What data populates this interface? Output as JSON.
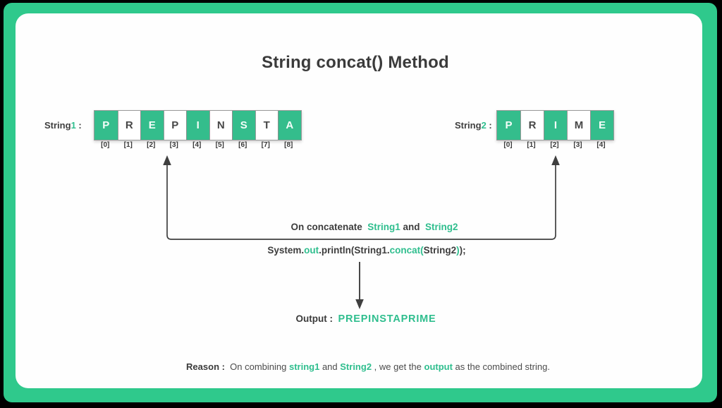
{
  "colors": {
    "frame_green": "#2fc98c",
    "box_green": "#34bd8c",
    "text_green": "#2fbe8e",
    "dark_text": "#3d3d3d"
  },
  "title": "String concat() Method",
  "strings": {
    "string1": {
      "label": {
        "prefix": "String",
        "number": "1",
        "colon": " :"
      },
      "chars": [
        "P",
        "R",
        "E",
        "P",
        "I",
        "N",
        "S",
        "T",
        "A"
      ],
      "indices": [
        "[0]",
        "[1]",
        "[2]",
        "[3]",
        "[4]",
        "[5]",
        "[6]",
        "[7]",
        "[8]"
      ]
    },
    "string2": {
      "label": {
        "prefix": "String",
        "number": "2",
        "colon": " :"
      },
      "chars": [
        "P",
        "R",
        "I",
        "M",
        "E"
      ],
      "indices": [
        "[0]",
        "[1]",
        "[2]",
        "[3]",
        "[4]"
      ]
    }
  },
  "concat_note": {
    "segments": [
      {
        "text": "On concatenate  ",
        "style": "dark"
      },
      {
        "text": "String1",
        "style": "green"
      },
      {
        "text": " and  ",
        "style": "dark"
      },
      {
        "text": "String2",
        "style": "green"
      }
    ]
  },
  "code_line": {
    "segments": [
      {
        "text": "System.",
        "style": "dark"
      },
      {
        "text": "out",
        "style": "green"
      },
      {
        "text": ".println(String1.",
        "style": "dark"
      },
      {
        "text": "concat(",
        "style": "green"
      },
      {
        "text": "String2",
        "style": "dark"
      },
      {
        "text": ")",
        "style": "green"
      },
      {
        "text": ");",
        "style": "dark"
      }
    ]
  },
  "output": {
    "label": "Output :  ",
    "value": "PREPINSTAPRIME"
  },
  "reason": {
    "segments": [
      {
        "text": "Reason :  ",
        "style": "bold-dark"
      },
      {
        "text": "On combining ",
        "style": "dark"
      },
      {
        "text": "string1",
        "style": "bold-green"
      },
      {
        "text": " and ",
        "style": "dark"
      },
      {
        "text": "String2",
        "style": "bold-green"
      },
      {
        "text": " , we get the ",
        "style": "dark"
      },
      {
        "text": "output",
        "style": "bold-green"
      },
      {
        "text": " as the combined string.",
        "style": "dark"
      }
    ]
  }
}
